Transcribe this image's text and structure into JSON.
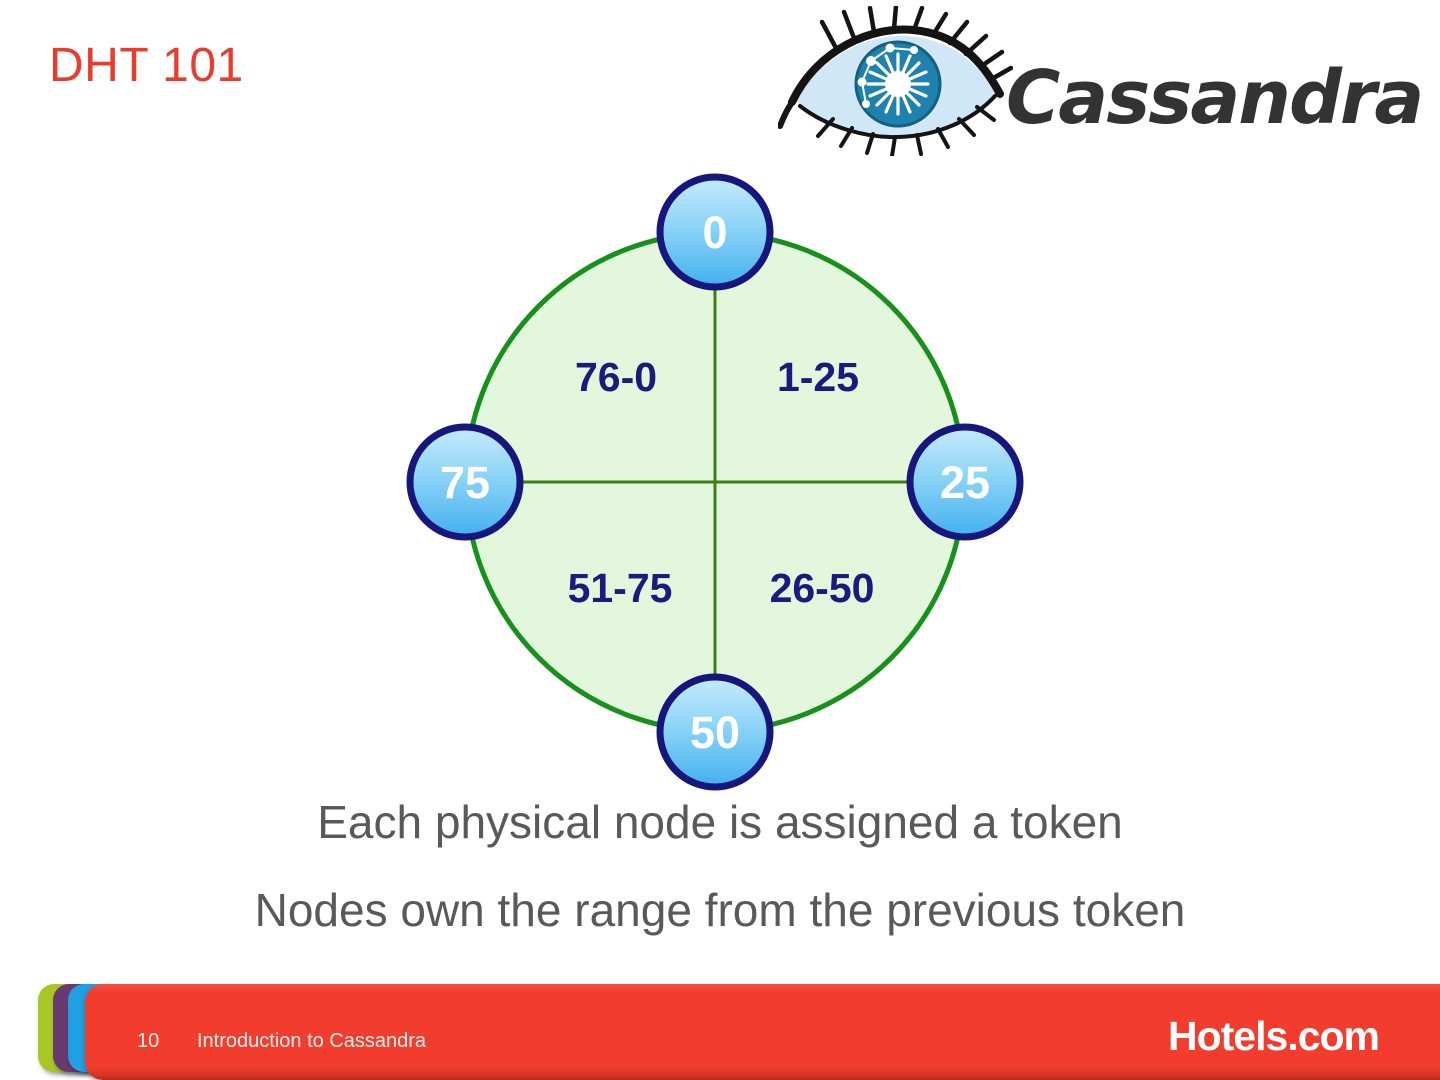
{
  "slide": {
    "title": "DHT 101",
    "captions": {
      "line1": "Each physical node is assigned a token",
      "line2": "Nodes own the range from the previous token"
    }
  },
  "logo": {
    "wordmark": "Cassandra",
    "icon": "cassandra-eye-icon"
  },
  "diagram": {
    "type": "token-ring",
    "nodes": [
      {
        "label": "0",
        "position": "top"
      },
      {
        "label": "25",
        "position": "right"
      },
      {
        "label": "50",
        "position": "bottom"
      },
      {
        "label": "75",
        "position": "left"
      }
    ],
    "ranges": [
      {
        "label": "76-0",
        "quadrant": "top-left"
      },
      {
        "label": "1-25",
        "quadrant": "top-right"
      },
      {
        "label": "51-75",
        "quadrant": "bottom-left"
      },
      {
        "label": "26-50",
        "quadrant": "bottom-right"
      }
    ]
  },
  "footer": {
    "page_number": "10",
    "text": "Introduction to Cassandra",
    "brand": "Hotels.com"
  },
  "colors": {
    "title_red": "#e73c2e",
    "caption_gray": "#595959",
    "ring_fill": "#e3f7dc",
    "ring_stroke": "#18901c",
    "axis_line_green": "#3f7d15",
    "node_border_navy": "#16167d",
    "node_fill_top": "#c6eafc",
    "node_fill_bottom": "#42b0ee",
    "range_label_navy": "#1b1b7e",
    "footer_bar_red": "#f23c2d",
    "tab_green": "#a8c626",
    "tab_purple": "#693a70",
    "tab_blue": "#219fe2",
    "logo_charcoal": "#333333"
  }
}
